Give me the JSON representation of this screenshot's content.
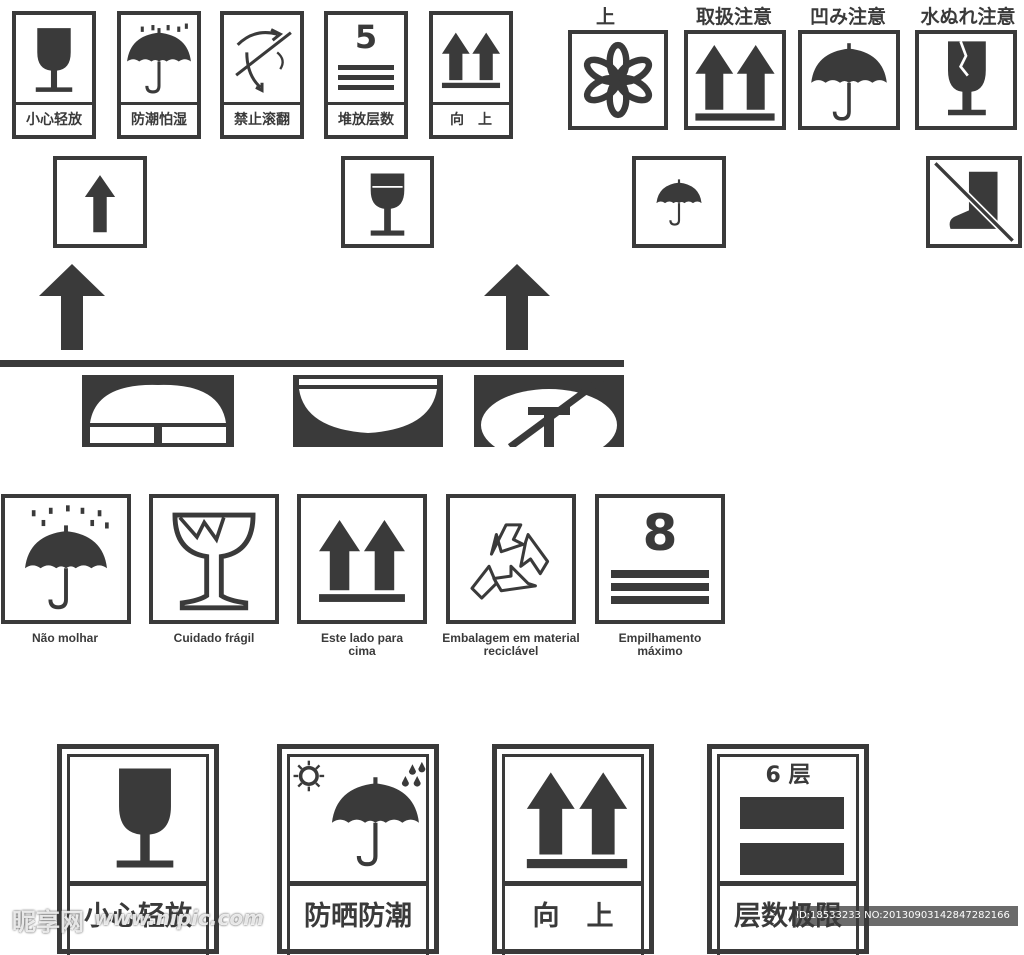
{
  "cn_small_labels": [
    "小心轻放",
    "防潮怕湿",
    "禁止滚翻",
    "堆放层数",
    "向　上"
  ],
  "cn_small_stack_number": "5",
  "jp_titles": [
    "上",
    "取扱注意",
    "凹み注意",
    "水ぬれ注意"
  ],
  "pt_captions": [
    "Não molhar",
    "Cuidado frágil",
    "Este lado para cima",
    "Embalagem em material reciclável",
    "Empilhamento máximo"
  ],
  "pt_stack_number": "8",
  "cn_big_labels": [
    "小心轻放",
    "防晒防潮",
    "向　上",
    "层数极限"
  ],
  "cn_big_stack_text": "6 层",
  "watermark": {
    "logo_text": "昵享网",
    "url": "www.nipic.com",
    "id_text": "ID:18533233 NO:20130903142847282166"
  },
  "colors": {
    "ink": "#3a3a3a",
    "background": "#ffffff"
  }
}
